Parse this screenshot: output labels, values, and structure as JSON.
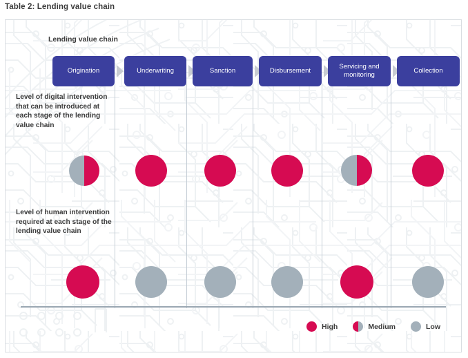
{
  "figure": {
    "title": "Table 2: Lending value chain",
    "chain_heading": "Lending value chain"
  },
  "colors": {
    "high": "#d60b52",
    "low": "#a3b0ba",
    "stage_blue": "#3b3f9e",
    "divider": "#c3ccd4",
    "rule": "#9aa7b2",
    "text": "#3b3b3b",
    "panel_border": "#d9dde1"
  },
  "stages": [
    {
      "label": "Origination"
    },
    {
      "label": "Underwriting"
    },
    {
      "label": "Sanction"
    },
    {
      "label": "Disbursement"
    },
    {
      "label": "Servicing and monitoring"
    },
    {
      "label": "Collection"
    }
  ],
  "rows": [
    {
      "key": "digital",
      "label": "Level of digital intervention that can be introduced at each stage of the lending value chain"
    },
    {
      "key": "human",
      "label": "Level of human intervention required at each stage of the lending value chain"
    }
  ],
  "legend": {
    "items": [
      {
        "label": "High",
        "level": "high"
      },
      {
        "label": "Medium",
        "level": "medium"
      },
      {
        "label": "Low",
        "level": "low"
      }
    ]
  },
  "chart_data": {
    "type": "heatmap",
    "title": "Table 2: Lending value chain",
    "xlabel": "Lending value chain",
    "ylabel": "",
    "categories": [
      "Origination",
      "Underwriting",
      "Sanction",
      "Disbursement",
      "Servicing and monitoring",
      "Collection"
    ],
    "levels": [
      "High",
      "Medium",
      "Low"
    ],
    "level_values": {
      "High": 3,
      "Medium": 2,
      "Low": 1
    },
    "series": [
      {
        "name": "Level of digital intervention that can be introduced at each stage of the lending value chain",
        "values": [
          "Medium",
          "High",
          "High",
          "High",
          "Medium",
          "High"
        ],
        "numeric": [
          2,
          3,
          3,
          3,
          2,
          3
        ]
      },
      {
        "name": "Level of human intervention required at each stage of the lending value chain",
        "values": [
          "High",
          "Low",
          "Low",
          "Low",
          "High",
          "Low"
        ],
        "numeric": [
          3,
          1,
          1,
          1,
          3,
          1
        ]
      }
    ],
    "legend": [
      "High",
      "Medium",
      "Low"
    ],
    "legend_position": "bottom-right",
    "grid": false
  }
}
